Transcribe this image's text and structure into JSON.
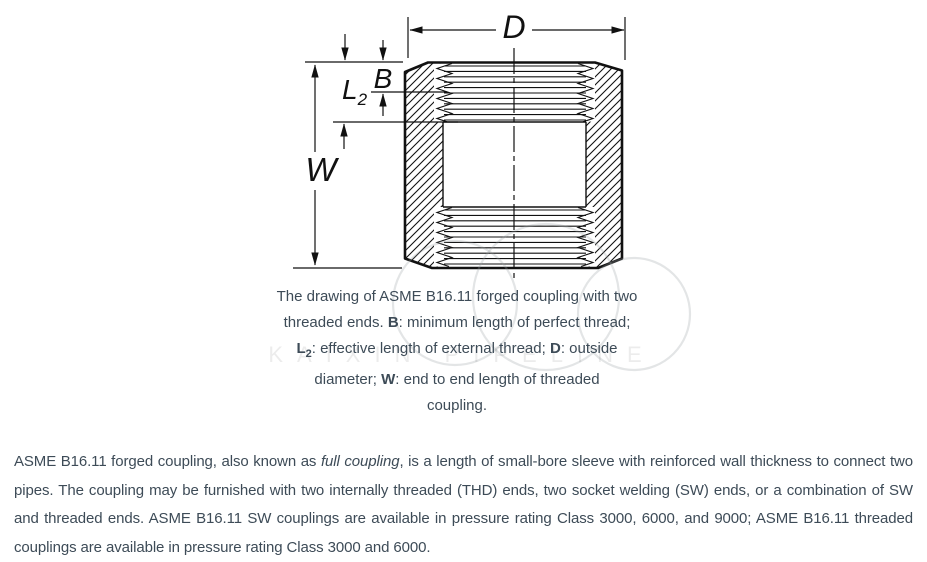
{
  "figure": {
    "labels": {
      "d": "D",
      "b": "B",
      "l": "L",
      "l_sub": "2",
      "w": "W"
    },
    "watermark_text": "KAIXIN PIPELINE"
  },
  "caption": {
    "line1": "The drawing of ASME B16.11 forged coupling with two",
    "line2_a": "threaded ends. ",
    "line2_b": "B",
    "line2_c": ": minimum length of perfect thread;",
    "line3_a": "L",
    "line3_sub": "2",
    "line3_b": ": effective length of external thread; ",
    "line3_c": "D",
    "line3_d": ": outside",
    "line4_a": "diameter; ",
    "line4_b": "W",
    "line4_c": ": end to end length of threaded",
    "line5": "coupling."
  },
  "paragraph": {
    "part1": "ASME B16.11 forged coupling, also known as ",
    "italic": "full coupling",
    "part2": ", is a length of small-bore sleeve with reinforced wall thickness to connect two pipes. The coupling may be furnished with two internally threaded (THD) ends, two socket welding (SW) ends, or a combination of SW and threaded ends. ASME B16.11 SW couplings are available in pressure rating Class 3000, 6000, and 9000; ASME B16.11 threaded couplings are available in pressure rating Class 3000 and 6000."
  },
  "colors": {
    "body_text": "#3d4b57",
    "drawing_line": "#111111",
    "watermark": "#9aa0a4",
    "background": "#ffffff"
  }
}
